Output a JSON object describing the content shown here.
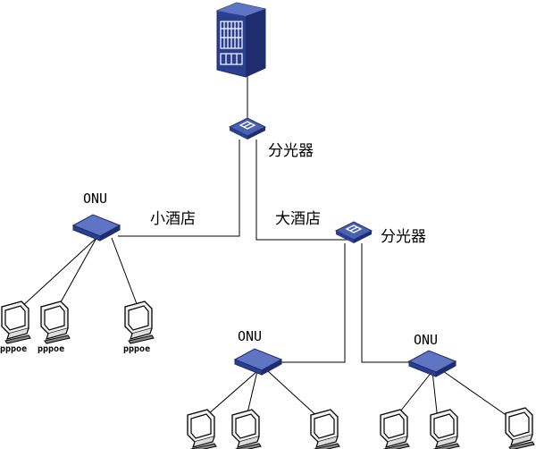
{
  "labels": {
    "splitter_top": "分光器",
    "splitter_right": "分光器",
    "small_hotel": "小酒店",
    "big_hotel": "大酒店",
    "onu_left": "ONU",
    "onu_mid": "ONU",
    "onu_right": "ONU",
    "pc1": "pppoe",
    "pc2": "pppoe",
    "pc3": "pppoe"
  },
  "colors": {
    "device_blue": "#2a3f8f",
    "device_light": "#5f75c4",
    "line": "#000000"
  }
}
